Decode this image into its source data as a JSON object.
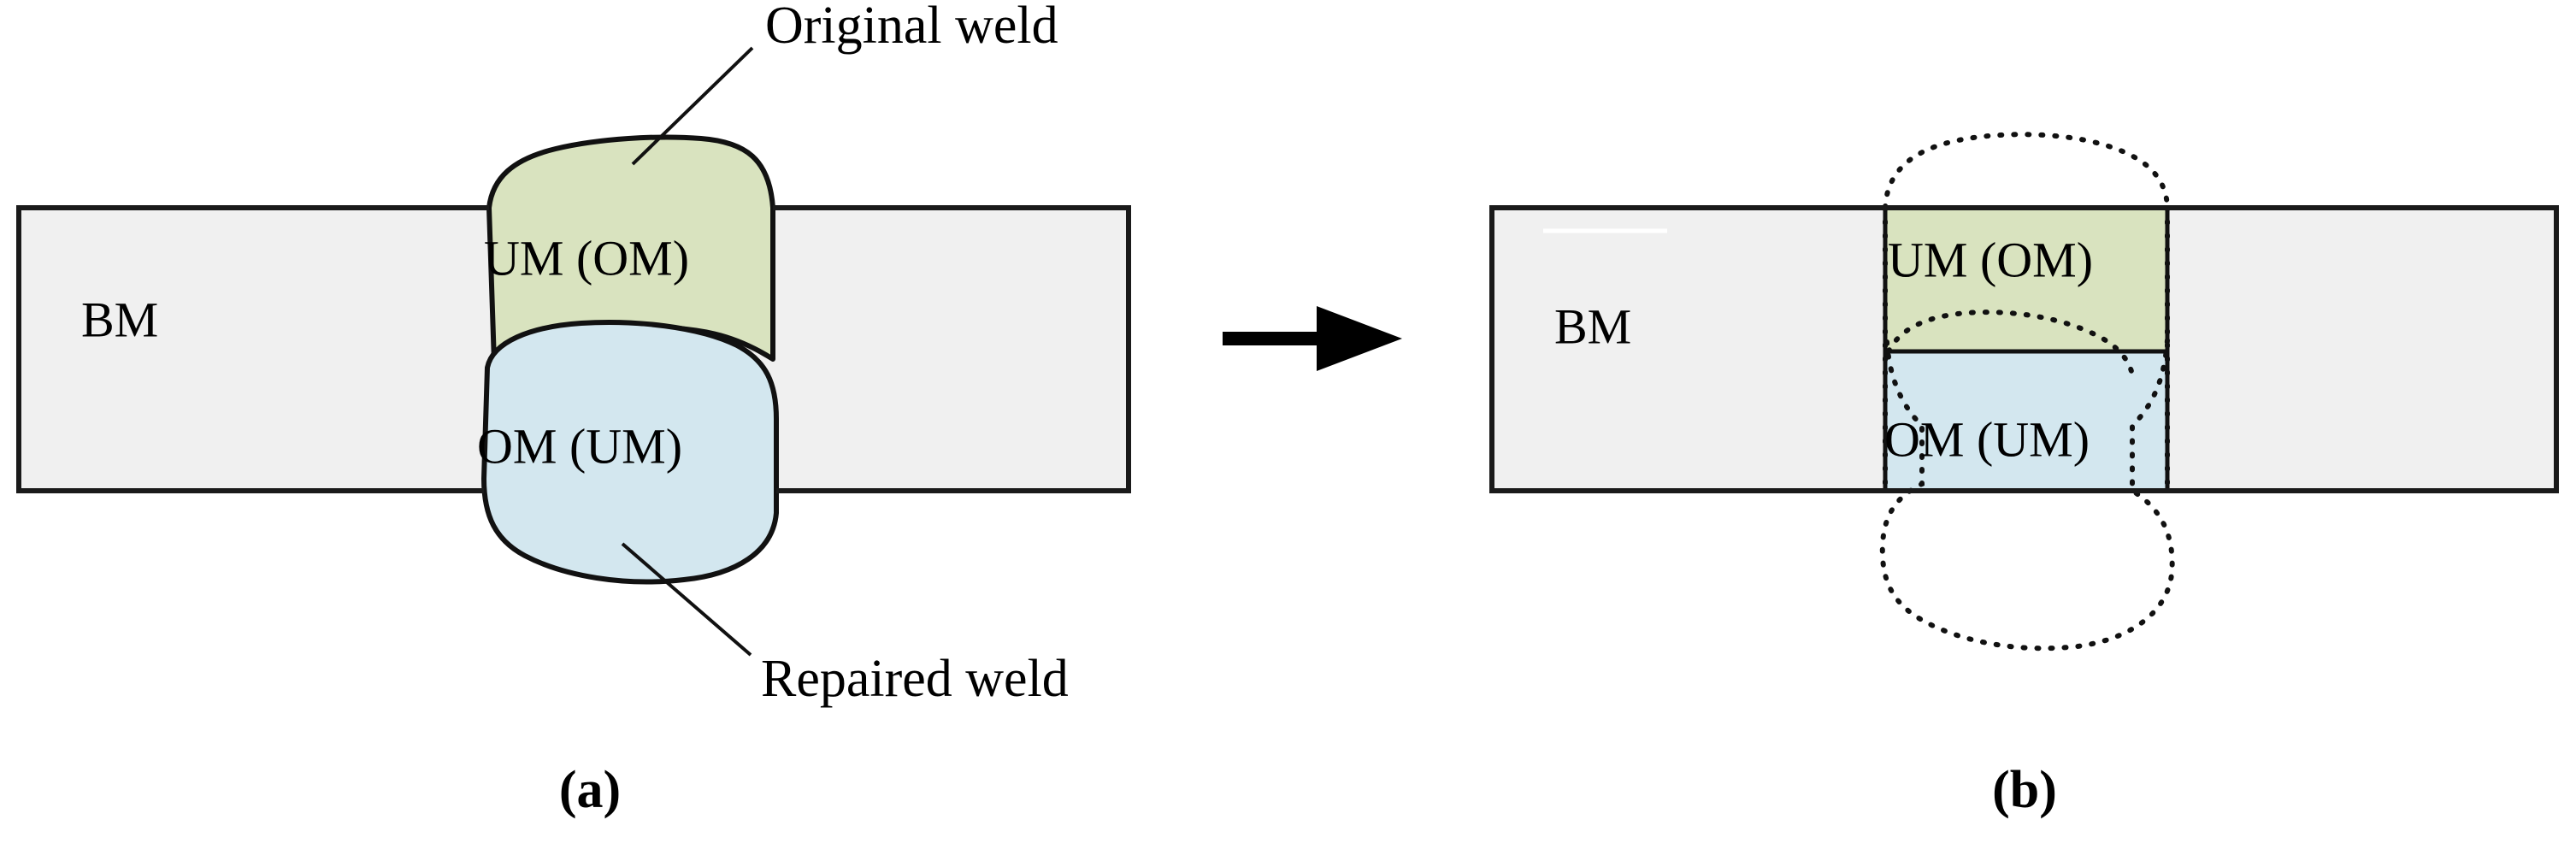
{
  "figure": {
    "title": "Schematic of original and repaired weld cross-sections",
    "background": "#ffffff"
  },
  "colors": {
    "base_metal_fill": "#f0f0f0",
    "base_metal_stroke": "#1a1a1a",
    "upper_weld_fill": "#d9e3bf",
    "lower_weld_fill": "#d3e7ef",
    "weld_stroke": "#111111",
    "dotted_outline": "#111111",
    "arrow": "#000000",
    "text": "#000000"
  },
  "panel_a": {
    "caption": "(a)",
    "base_metal_label": "BM",
    "upper_weld_label": "UM (OM)",
    "lower_weld_label": "OM (UM)",
    "annotation_top": "Original weld",
    "annotation_bottom": "Repaired weld"
  },
  "panel_b": {
    "caption": "(b)",
    "base_metal_label": "BM",
    "upper_weld_label": "UM (OM)",
    "lower_weld_label": "OM (UM)"
  },
  "transition": {
    "arrow_glyph": "right-arrow",
    "direction": "right"
  }
}
